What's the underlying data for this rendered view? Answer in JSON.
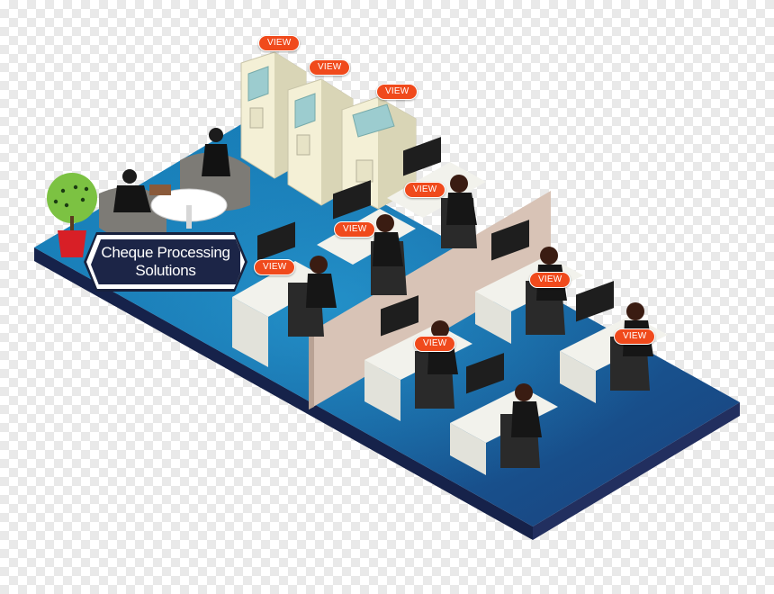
{
  "badge": {
    "line1": "Cheque Processing",
    "line2": "Solutions"
  },
  "hotspots": [
    {
      "id": "kiosk-1",
      "label": "VIEW"
    },
    {
      "id": "kiosk-2",
      "label": "VIEW"
    },
    {
      "id": "kiosk-3",
      "label": "VIEW"
    },
    {
      "id": "desk-back-1",
      "label": "VIEW"
    },
    {
      "id": "desk-back-2",
      "label": "VIEW"
    },
    {
      "id": "desk-back-3",
      "label": "VIEW"
    },
    {
      "id": "desk-right-1",
      "label": "VIEW"
    },
    {
      "id": "desk-right-2",
      "label": "VIEW"
    },
    {
      "id": "desk-right-3",
      "label": "VIEW"
    }
  ],
  "colors": {
    "floor_top": "#1a7fb5",
    "floor_edge": "#1d2a55",
    "accent": "#f04a1c",
    "badge_bg": "#1c2547"
  }
}
